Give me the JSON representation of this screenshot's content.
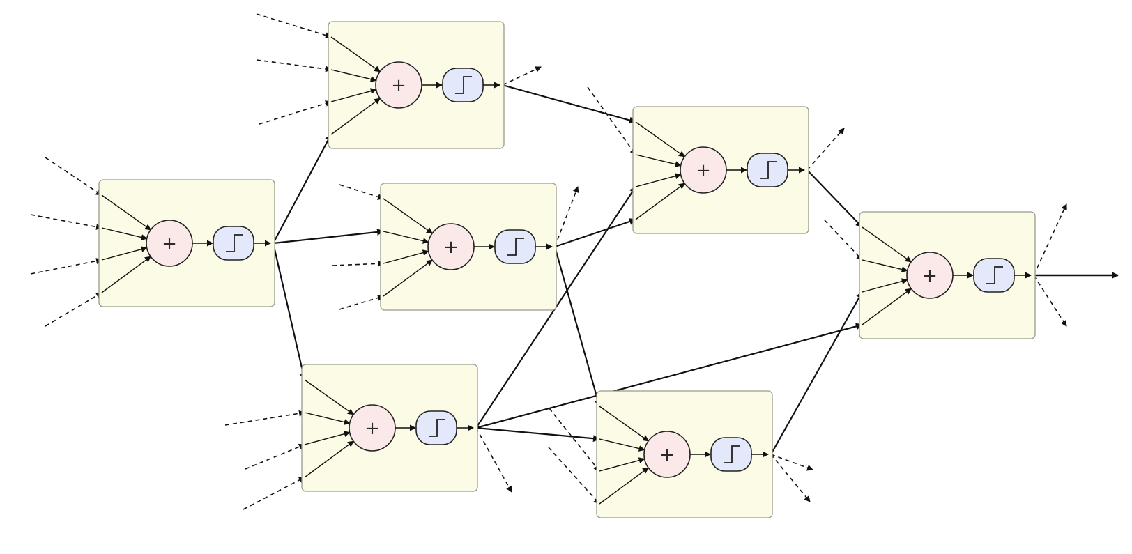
{
  "diagram": {
    "sum_symbol": "+",
    "colors": {
      "neuron_fill": "#fbfbe6",
      "sum_fill": "#fbe9e9",
      "step_fill": "#e4e8fb",
      "line": "#111111"
    },
    "neurons": [
      {
        "id": "n1",
        "sum_label": "+",
        "activation": "step"
      },
      {
        "id": "n2",
        "sum_label": "+",
        "activation": "step"
      },
      {
        "id": "n3",
        "sum_label": "+",
        "activation": "step"
      },
      {
        "id": "n4",
        "sum_label": "+",
        "activation": "step"
      },
      {
        "id": "n5",
        "sum_label": "+",
        "activation": "step"
      },
      {
        "id": "n6",
        "sum_label": "+",
        "activation": "step"
      },
      {
        "id": "n7",
        "sum_label": "+",
        "activation": "step"
      }
    ],
    "connections": [
      {
        "from": "n1",
        "to": "n2"
      },
      {
        "from": "n1",
        "to": "n3"
      },
      {
        "from": "n1",
        "to": "n4"
      },
      {
        "from": "n2",
        "to": "n5"
      },
      {
        "from": "n3",
        "to": "n5"
      },
      {
        "from": "n3",
        "to": "n6"
      },
      {
        "from": "n4",
        "to": "n5"
      },
      {
        "from": "n4",
        "to": "n6"
      },
      {
        "from": "n4",
        "to": "n7"
      },
      {
        "from": "n5",
        "to": "n7"
      },
      {
        "from": "n6",
        "to": "n7"
      }
    ],
    "network_output_from": "n7"
  }
}
